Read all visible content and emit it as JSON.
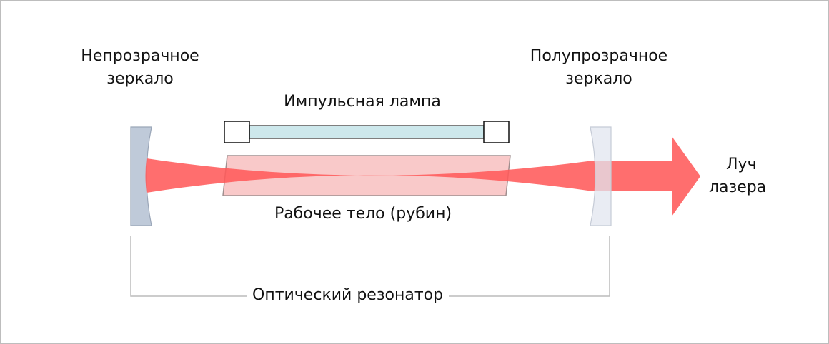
{
  "labels": {
    "opaque_mirror": [
      "Непрозрачное",
      "зеркало"
    ],
    "semi_mirror": [
      "Полупрозрачное",
      "зеркало"
    ],
    "flash_lamp": "Импульсная лампа",
    "active_medium": "Рабочее тело (рубин)",
    "laser_beam": [
      "Луч",
      "лазера"
    ],
    "optical_resonator": "Оптический резонатор"
  },
  "colors": {
    "beam": "#ff5a5a",
    "lamp_tube": "#cde8ec",
    "rod": "#f9c9c9",
    "opaque_mirror": "#bfcad9",
    "semi_mirror": "#e2e6ef",
    "bracket": "#bcbcbc"
  }
}
